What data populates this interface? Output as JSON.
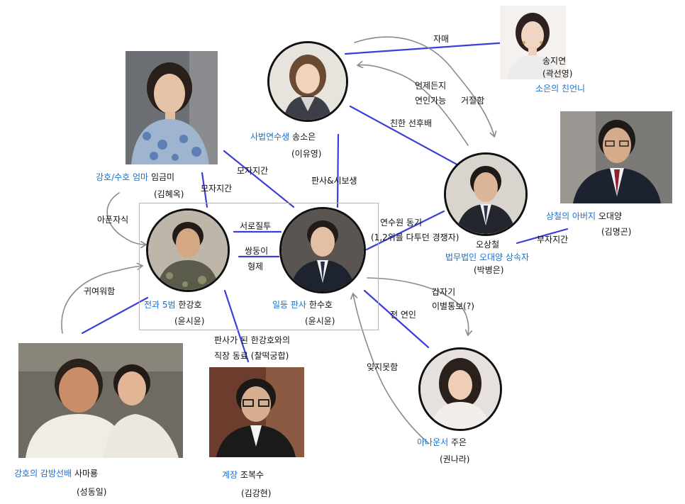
{
  "characters": {
    "soeun": {
      "role": "사법연수생",
      "name": "송소은",
      "actor": "(이유영)"
    },
    "jiyeon": {
      "name": "송지연",
      "actor": "(곽선영)",
      "role": "소은의 친언니"
    },
    "geummi": {
      "role": "강호/수호 엄마",
      "name": "임금미",
      "actor": "(김혜옥)"
    },
    "daeyang": {
      "role": "상철의 아버지",
      "name": "오대양",
      "actor": "(김명곤)"
    },
    "sangcheol": {
      "name": "오상철",
      "role": "법무법인 오대양 상속자",
      "actor": "(박병은)"
    },
    "kangho": {
      "role": "전과 5범",
      "name": "한강호",
      "actor": "(윤시윤)"
    },
    "suho": {
      "role": "일등 판사",
      "name": "한수호",
      "actor": "(윤시윤)"
    },
    "juen": {
      "role": "아나운서",
      "name": "주은",
      "actor": "(권나라)"
    },
    "maryong": {
      "role": "강호의 감방선배",
      "name": "사마룡",
      "actor": "(성동일)"
    },
    "boksu": {
      "role": "계장",
      "name": "조복수",
      "actor": "(김강현)"
    }
  },
  "relations": {
    "sister": "자매",
    "anytime_line1": "언제든지",
    "anytime_line2": "연인가능",
    "refuse": "거절함",
    "close_senior": "친한 선후배",
    "mother_son_1": "모자지간",
    "mother_son_2": "모자지간",
    "judge_probation": "판사&시보생",
    "sick_child": "아픈자식",
    "jealous": "서로질투",
    "twins_line1": "쌍둥이",
    "twins_line2": "형제",
    "institute_line1": "연수원 동기",
    "institute_line2": "(1,2위를 다투던 경쟁자)",
    "father_son": "부자지간",
    "cute": "귀여워함",
    "breakup_line1": "갑자기",
    "breakup_line2": "이별통보(?)",
    "ex_lover": "전 연인",
    "cant_forget": "잊지못함",
    "coworker_line1": "판사가 된 한강호와의",
    "coworker_line2": "직장 동료 (찰떡궁합)"
  }
}
